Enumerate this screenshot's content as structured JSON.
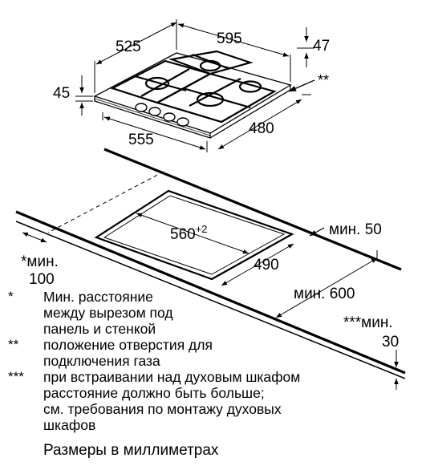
{
  "dimensions": {
    "hob_depth_525": "525",
    "hob_width_595": "595",
    "hob_height_47": "47",
    "hob_height_45": "45",
    "gas_mark": "**",
    "cutout_width_555": "555",
    "cutout_depth_480": "480",
    "cutout_width_560": "560",
    "cutout_tolerance": "+2",
    "cutout_depth_490": "490",
    "min_50": "мин. 50",
    "min_600": "мин. 600",
    "min_100_line1": "*мин.",
    "min_100_line2": "100",
    "min_30_line1": "***мин.",
    "min_30_line2": "30"
  },
  "notes": [
    {
      "mark": "*",
      "lines": [
        "Мин. расстояние",
        "между вырезом под",
        "панель и стенкой"
      ]
    },
    {
      "mark": "**",
      "lines": [
        "положение отверстия для",
        "подключения газа"
      ]
    },
    {
      "mark": "***",
      "lines": [
        "при встраивании над духовым шкафом",
        "расстояние должно быть больше;",
        "см. требования по монтажу духовых",
        "шкафов"
      ]
    }
  ],
  "caption": "Размеры в миллиметрах",
  "colors": {
    "line": "#000000",
    "background": "#ffffff"
  }
}
